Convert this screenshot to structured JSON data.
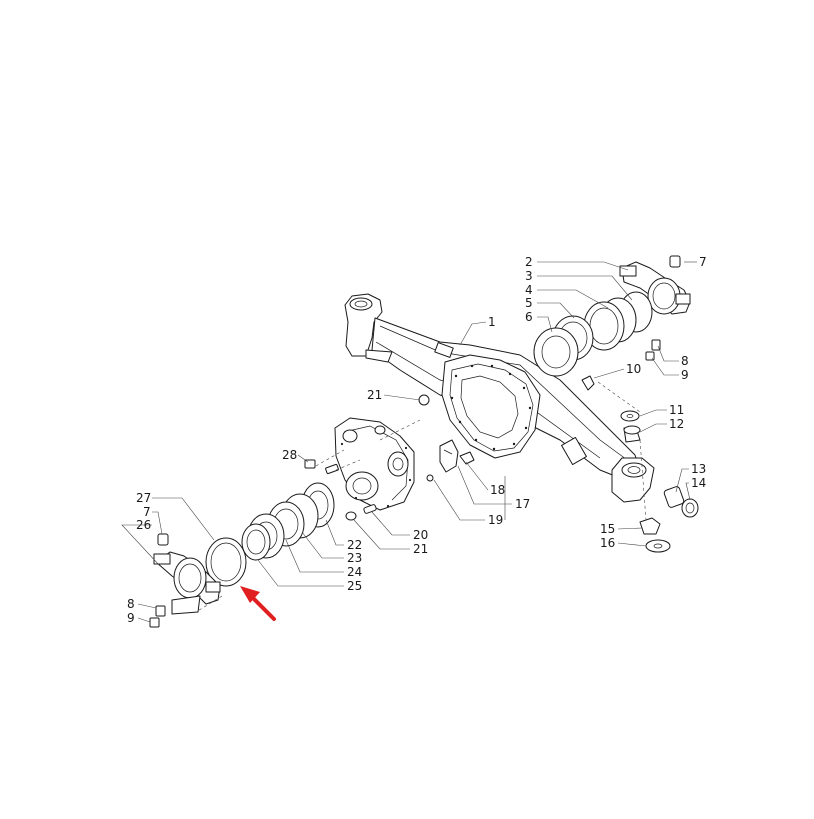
{
  "diagram": {
    "arrow_color": "#e02020",
    "line_color": "#1a1a1a",
    "callouts": [
      {
        "id": "c1",
        "label": "1"
      },
      {
        "id": "c2",
        "label": "2"
      },
      {
        "id": "c3",
        "label": "3"
      },
      {
        "id": "c4",
        "label": "4"
      },
      {
        "id": "c5",
        "label": "5"
      },
      {
        "id": "c6",
        "label": "6"
      },
      {
        "id": "c7a",
        "label": "7"
      },
      {
        "id": "c8a",
        "label": "8"
      },
      {
        "id": "c9a",
        "label": "9"
      },
      {
        "id": "c10",
        "label": "10"
      },
      {
        "id": "c11",
        "label": "11"
      },
      {
        "id": "c12",
        "label": "12"
      },
      {
        "id": "c13",
        "label": "13"
      },
      {
        "id": "c14",
        "label": "14"
      },
      {
        "id": "c15",
        "label": "15"
      },
      {
        "id": "c16",
        "label": "16"
      },
      {
        "id": "c17",
        "label": "17"
      },
      {
        "id": "c18",
        "label": "18"
      },
      {
        "id": "c19",
        "label": "19"
      },
      {
        "id": "c20",
        "label": "20"
      },
      {
        "id": "c21a",
        "label": "21"
      },
      {
        "id": "c21b",
        "label": "21"
      },
      {
        "id": "c22",
        "label": "22"
      },
      {
        "id": "c23",
        "label": "23"
      },
      {
        "id": "c24",
        "label": "24"
      },
      {
        "id": "c25",
        "label": "25"
      },
      {
        "id": "c26",
        "label": "26"
      },
      {
        "id": "c27",
        "label": "27"
      },
      {
        "id": "c28",
        "label": "28"
      },
      {
        "id": "c7b",
        "label": "7"
      },
      {
        "id": "c8b",
        "label": "8"
      },
      {
        "id": "c9b",
        "label": "9"
      }
    ]
  }
}
